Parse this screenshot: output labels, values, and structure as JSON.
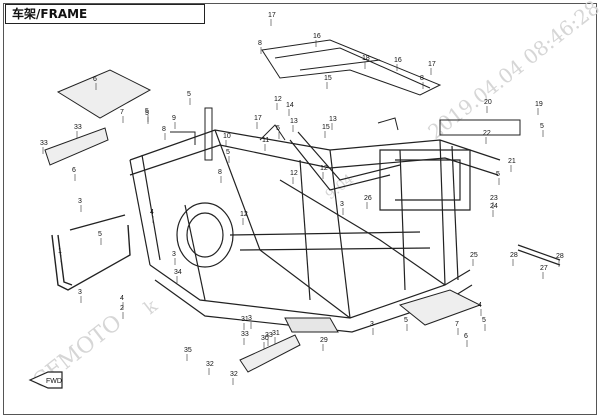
{
  "title": "车架/FRAME",
  "watermark": {
    "left_text": "CFMOTO",
    "left_extra": "k",
    "right_text": "2019.04.04  08:46:28",
    "small_text": "9.04"
  },
  "direction_label": "FWD",
  "part_labels": [
    "17",
    "8",
    "16",
    "18",
    "16",
    "17",
    "8",
    "15",
    "14",
    "12",
    "5",
    "15",
    "13",
    "13",
    "9",
    "8",
    "10",
    "5",
    "11",
    "17",
    "12",
    "12",
    "8",
    "5",
    "5",
    "33",
    "6",
    "6",
    "5",
    "33",
    "7",
    "3",
    "5",
    "4",
    "3",
    "2",
    "1",
    "4",
    "34",
    "3",
    "26",
    "3",
    "12",
    "20",
    "19",
    "5",
    "22",
    "21",
    "5",
    "23",
    "24",
    "28",
    "27",
    "28",
    "25",
    "29",
    "31",
    "31",
    "30",
    "3",
    "33",
    "33",
    "32",
    "32",
    "35",
    "3",
    "6",
    "5",
    "5",
    "4",
    "7"
  ],
  "colors": {
    "line": "#222222",
    "frame_fill": "#cfcfcf",
    "watermark": "#d6d6d6"
  }
}
